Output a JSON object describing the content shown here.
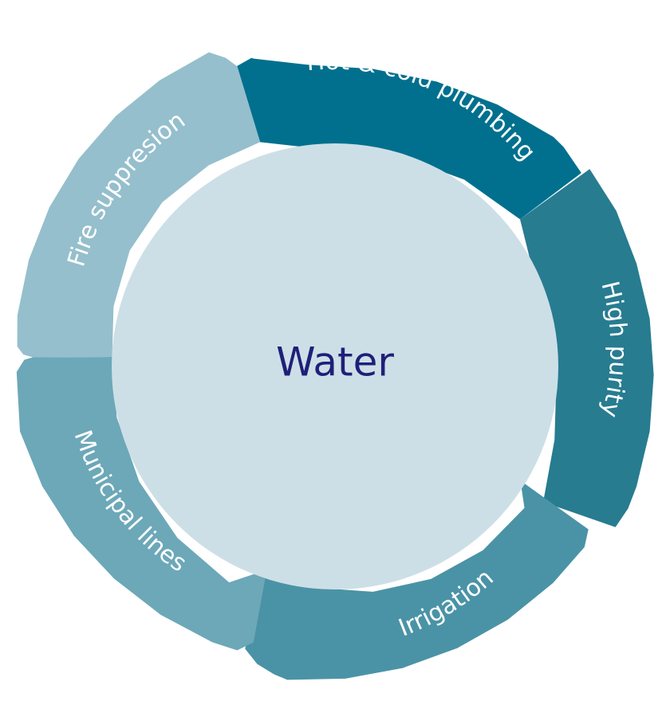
{
  "diagram": {
    "center": {
      "label": "Water",
      "color": "#cddfe6",
      "text_color": "#1f1f7a"
    },
    "segments": [
      {
        "id": "hot-cold",
        "label": "Hot & cold plumbing",
        "color": "#00708e"
      },
      {
        "id": "high-purity",
        "label": "High purity",
        "color": "#277c90"
      },
      {
        "id": "irrigation",
        "label": "Irrigation",
        "color": "#4a93a6"
      },
      {
        "id": "municipal",
        "label": "Municipal lines",
        "color": "#6ca8b8"
      },
      {
        "id": "fire",
        "label": "Fire suppresion",
        "color": "#95bfcc"
      }
    ]
  }
}
